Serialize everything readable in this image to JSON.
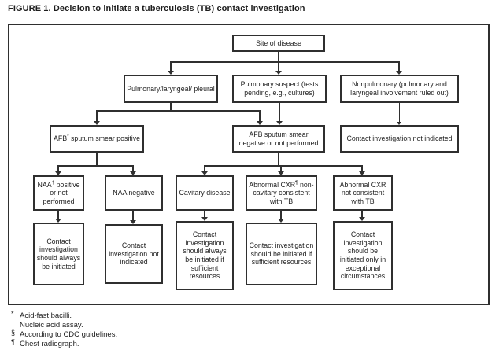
{
  "title": "FIGURE 1. Decision to initiate a tuberculosis (TB) contact investigation",
  "nodes": {
    "site": {
      "text": "Site of disease"
    },
    "pulmonary_laryngeal": {
      "text": "Pulmonary/laryngeal/ pleural"
    },
    "pulmonary_suspect": {
      "text": "Pulmonary suspect (tests pending, e.g., cultures)"
    },
    "nonpulmonary": {
      "text": "Nonpulmonary (pulmonary and laryngeal involvement ruled out)"
    },
    "afb_positive": {
      "pre": "AFB",
      "sup": "*",
      "post": " sputum smear positive"
    },
    "afb_negative": {
      "text": "AFB sputum smear negative or not performed"
    },
    "contact_not_indicated_branch": {
      "text": "Contact investigation not indicated"
    },
    "naa_positive": {
      "pre": "NAA",
      "sup": "†",
      "post": " positive or not performed"
    },
    "naa_negative": {
      "text": "NAA negative"
    },
    "cavitary_disease": {
      "text": "Cavitary disease"
    },
    "cxr_consistent": {
      "pre": "Abnormal CXR",
      "sup": "¶",
      "post": " non-cavitary consistent with TB"
    },
    "cxr_not_consistent": {
      "text": "Abnormal CXR not consistent with TB"
    },
    "outcome_always": {
      "text": "Contact investigation should always be initiated"
    },
    "outcome_not_indicated": {
      "text": "Contact investigation not indicated"
    },
    "outcome_always_if_resources": {
      "text": "Contact investigation should always be initiated if sufficient resources"
    },
    "outcome_if_resources": {
      "text": "Contact investigation should be initiated if sufficient resources"
    },
    "outcome_exceptional": {
      "text": "Contact investigation should be initiated only in exceptional circumstances"
    }
  },
  "footnotes": [
    {
      "marker": "*",
      "text": "Acid-fast bacilli."
    },
    {
      "marker": "†",
      "text": "Nucleic acid assay."
    },
    {
      "marker": "§",
      "text": "According to CDC guidelines."
    },
    {
      "marker": "¶",
      "text": "Chest radiograph."
    }
  ]
}
